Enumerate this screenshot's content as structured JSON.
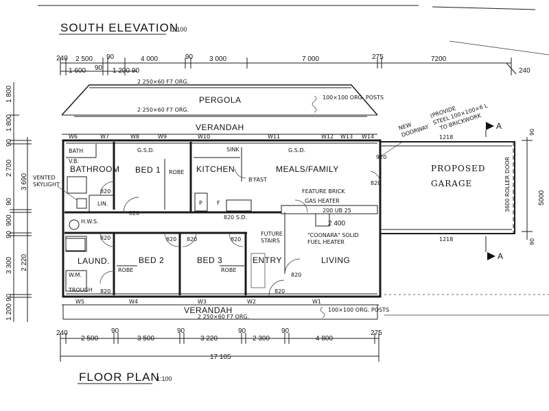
{
  "titles": {
    "elevation": "SOUTH ELEVATION",
    "elevation_scale": "1:100",
    "plan": "FLOOR PLAN",
    "plan_scale": "1:100"
  },
  "labels": {
    "pergola": "PERGOLA",
    "verandah_top": "VERANDAH",
    "verandah_bottom": "VERANDAH",
    "pergola_beam": "2 250×60 F7 ORG.",
    "pergola_beam2": "2 250×60 F7 ORG.",
    "verandah_beam": "2 250×60 F7 ORG.",
    "posts_top": "100×100 ORG. POSTS",
    "posts_bottom": "100×100 ORG. POSTS",
    "new_doorway_1": "NEW",
    "new_doorway_2": "DOORWAY",
    "new_doorway_3": "(PROVIDE",
    "new_doorway_4": "STEEL 100×100×6 L",
    "new_doorway_5": "TO BRICKWORK",
    "vented_skylight_1": "VENTED",
    "vented_skylight_2": "SKYLIGHT",
    "feature_brick": "FEATURE BRICK",
    "gas_heater": "GAS HEATER",
    "ub": "200 UB 25",
    "coonara_1": "\"COONARA\" SOLID",
    "coonara_2": "FUEL HEATER",
    "future_stairs_1": "FUTURE",
    "future_stairs_2": "STAIRS",
    "section_a1": "A",
    "section_a2": "A",
    "roller_door": "3600 ROLLER DOOR",
    "garage_w": "5000",
    "dim_1218_top": "1218",
    "dim_1218_bot": "1218",
    "dim_240_right": "240",
    "dim_90_right_top": "90",
    "dim_90_right_bot": "90",
    "dim_920": "920",
    "dim_820_s": "820 S.D."
  },
  "rooms": {
    "bath": "BATH",
    "bathroom": "BATHROOM",
    "bed1": "BED 1",
    "robe1": "ROBE",
    "kitchen": "KITCHEN",
    "meals": "MEALS/FAMILY",
    "bfast": "B'FAST",
    "sink": "SINK",
    "gsd1": "G.S.D.",
    "gsd2": "G.S.D.",
    "lin": "LIN.",
    "hwu": "H.W.S.",
    "laund": "LAUND.",
    "bed2": "BED 2",
    "robe2": "ROBE",
    "bed3": "BED 3",
    "robe3": "ROBE",
    "entry": "ENTRY",
    "living": "LIVING",
    "trough": "TROUGH",
    "wm": "W.M.",
    "vb": "V.B.",
    "p": "P",
    "f": "F",
    "garage1": "PROPOSED",
    "garage2": "GARAGE"
  },
  "windows_top": [
    "W6",
    "W7",
    "W8",
    "W9",
    "W10",
    "W11",
    "W12",
    "W13",
    "W14"
  ],
  "windows_bottom": [
    "W5",
    "W4",
    "W3",
    "W2",
    "W1"
  ],
  "doors": [
    "820",
    "820",
    "820",
    "820",
    "820",
    "820",
    "820",
    "820",
    "820",
    "820"
  ],
  "dims_top_row1": [
    "240",
    "2 500",
    "90",
    "4 000",
    "90",
    "3 000",
    "7 000",
    "275",
    "7200"
  ],
  "dims_top_row2": [
    "1 600",
    "90",
    "1 200",
    "90"
  ],
  "dims_bottom": [
    "240",
    "2 500",
    "90",
    "3 500",
    "90",
    "3 220",
    "90",
    "2 300",
    "90",
    "4 800",
    "275"
  ],
  "dim_total": "17 105",
  "dims_left": [
    "1 800",
    "1 800",
    "90",
    "2 700",
    "3 690",
    "90",
    "900",
    "90",
    "2 220",
    "3 300",
    "90",
    "1 200"
  ]
}
